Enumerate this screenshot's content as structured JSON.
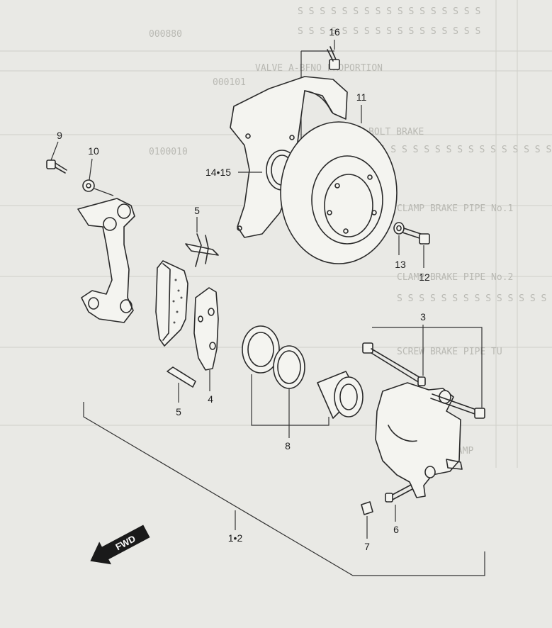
{
  "background_text": [
    "S S S  S S S S  S S S S  S S S S S S",
    "VALVE A-BFNO PROPORTION",
    "BOLT BRAKE",
    "CLAMP BRAKE PIPE No.1",
    "CLAMP BRAKE PIPE No.2",
    "SCREW BRAKE PIPE TU",
    "PIPE CLAMP",
    "000880",
    "000101",
    "0100010"
  ],
  "parts": [
    {
      "id": "p16",
      "number": "16",
      "name": "bolt"
    },
    {
      "id": "p11",
      "number": "11",
      "name": "brake-disc"
    },
    {
      "id": "p9",
      "number": "9",
      "name": "bolt"
    },
    {
      "id": "p10",
      "number": "10",
      "name": "washer"
    },
    {
      "id": "p1415",
      "number": "14•15",
      "name": "dust-cover"
    },
    {
      "id": "p5a",
      "number": "5",
      "name": "pad-clip"
    },
    {
      "id": "p13",
      "number": "13",
      "name": "washer"
    },
    {
      "id": "p12",
      "number": "12",
      "name": "bolt"
    },
    {
      "id": "p3",
      "number": "3",
      "name": "slide-pin"
    },
    {
      "id": "p4",
      "number": "4",
      "name": "brake-pad"
    },
    {
      "id": "p5b",
      "number": "5",
      "name": "pad-clip"
    },
    {
      "id": "p8",
      "number": "8",
      "name": "piston-seal"
    },
    {
      "id": "p6",
      "number": "6",
      "name": "bleeder-screw"
    },
    {
      "id": "p7",
      "number": "7",
      "name": "bleeder-cap"
    },
    {
      "id": "p12assy",
      "number": "1•2",
      "name": "caliper-assembly"
    }
  ],
  "fwd_label": "FWD"
}
